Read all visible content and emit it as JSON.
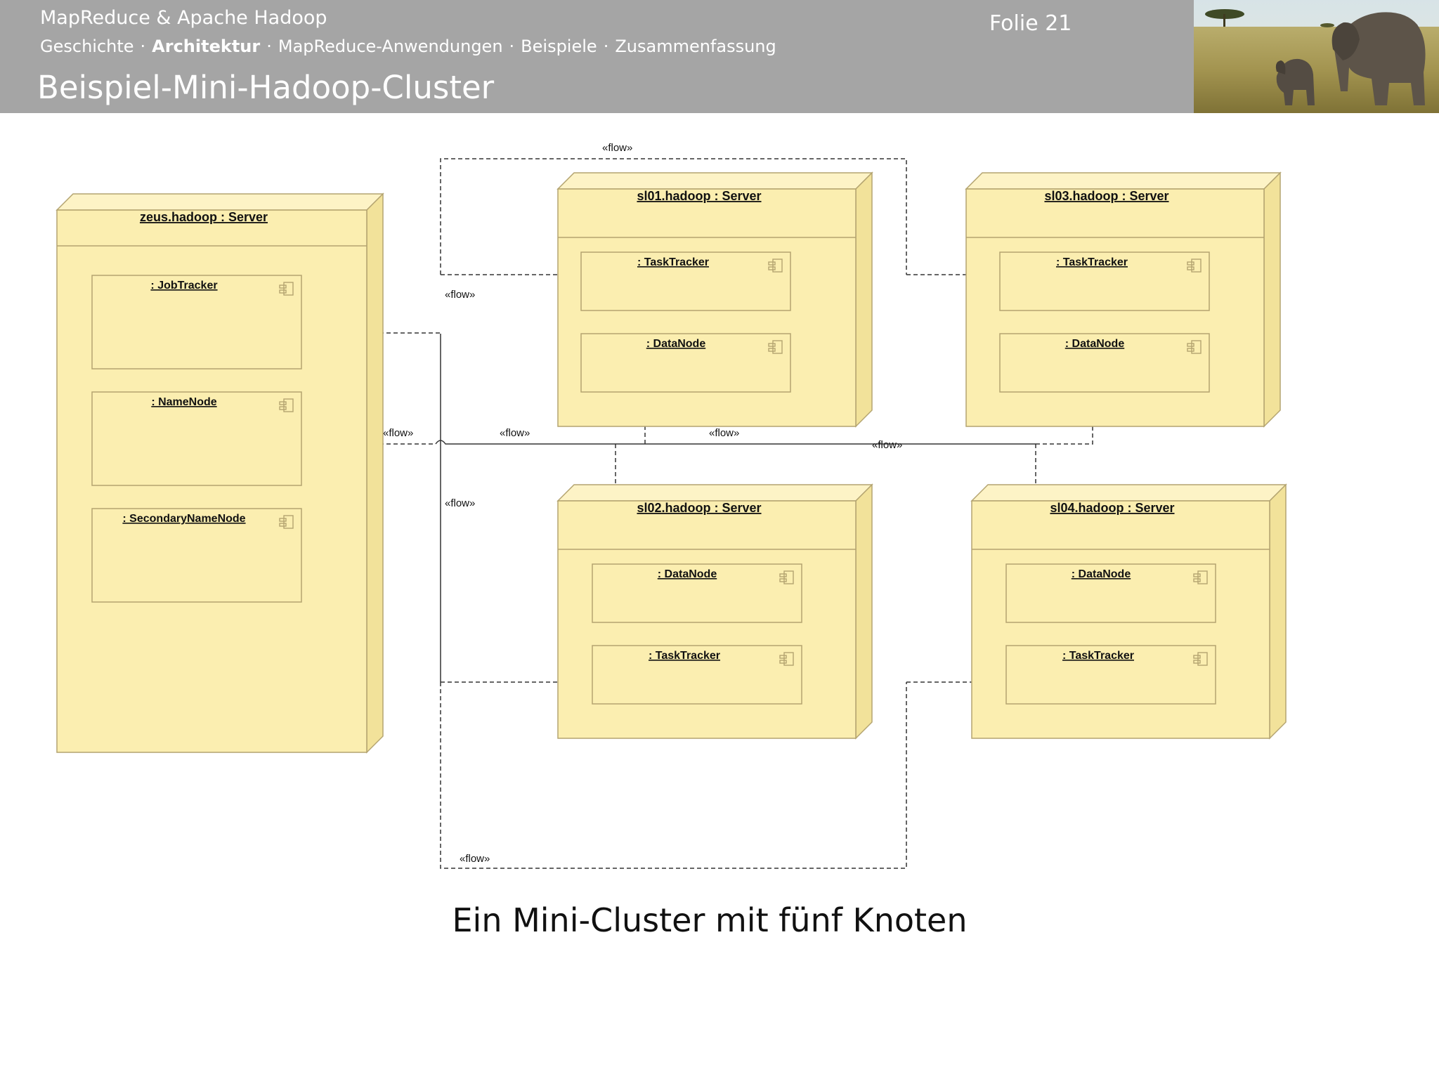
{
  "header": {
    "course": "MapReduce & Apache Hadoop",
    "slide_number": "Folie 21",
    "nav": [
      {
        "label": "Geschichte",
        "active": false
      },
      {
        "label": "Architektur",
        "active": true
      },
      {
        "label": "MapReduce-Anwendungen",
        "active": false
      },
      {
        "label": "Beispiele",
        "active": false
      },
      {
        "label": "Zusammenfassung",
        "active": false
      }
    ],
    "nav_separator": "·",
    "title": "Beispiel-Mini-Hadoop-Cluster"
  },
  "diagram": {
    "servers": {
      "zeus": {
        "title": "zeus.hadoop : Server",
        "components": [
          "JobTracker",
          "NameNode",
          "SecondaryNameNode"
        ]
      },
      "sl01": {
        "title": "sl01.hadoop : Server",
        "components": [
          "TaskTracker",
          "DataNode"
        ]
      },
      "sl02": {
        "title": "sl02.hadoop : Server",
        "components": [
          "DataNode",
          "TaskTracker"
        ]
      },
      "sl03": {
        "title": "sl03.hadoop : Server",
        "components": [
          "TaskTracker",
          "DataNode"
        ]
      },
      "sl04": {
        "title": "sl04.hadoop : Server",
        "components": [
          "DataNode",
          "TaskTracker"
        ]
      }
    },
    "component_labels": {
      "jobtracker": ": JobTracker",
      "namenode": ": NameNode",
      "secondarynamenode": ": SecondaryNameNode",
      "tasktracker": ": TaskTracker",
      "datanode": ": DataNode"
    },
    "flow_label": "«flow»",
    "colors": {
      "node_fill": "#fbeeb0",
      "node_stroke": "#b4a470",
      "line": "#333333"
    }
  },
  "caption": "Ein Mini-Cluster mit fünf Knoten"
}
